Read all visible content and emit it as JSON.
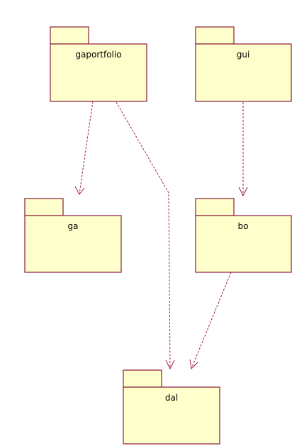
{
  "diagram": {
    "packages": {
      "gaportfolio": {
        "label": "gaportfolio"
      },
      "gui": {
        "label": "gui"
      },
      "ga": {
        "label": "ga"
      },
      "bo": {
        "label": "bo"
      },
      "dal": {
        "label": "dal"
      }
    },
    "dependencies": [
      {
        "from": "gaportfolio",
        "to": "ga",
        "type": "dependency"
      },
      {
        "from": "gaportfolio",
        "to": "dal",
        "type": "dependency"
      },
      {
        "from": "gui",
        "to": "bo",
        "type": "dependency"
      },
      {
        "from": "bo",
        "to": "dal",
        "type": "dependency"
      }
    ],
    "colors": {
      "package_fill": "#ffffcc",
      "package_border": "#8b1a3a",
      "dependency_line": "#a0204a"
    }
  }
}
